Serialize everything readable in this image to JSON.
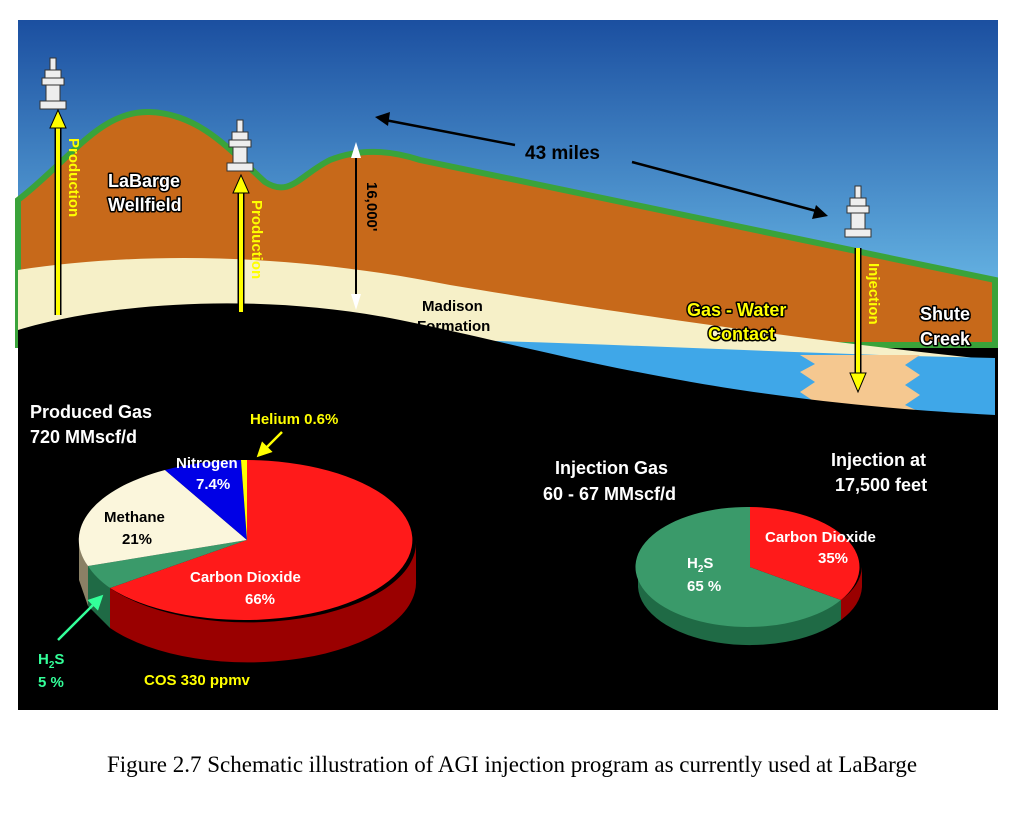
{
  "colors": {
    "sky_top": "#1b4fa0",
    "sky_bottom": "#5cb2e6",
    "rock": "#c7691a",
    "surface": "#3aa33a",
    "reservoir": "#f6f0c8",
    "water": "#3fa7e8",
    "black": "#000000",
    "arrow_yellow": "#ffff00",
    "pie_red": "#ff1a1a",
    "pie_red_dark": "#9a0000",
    "pie_green": "#3a9a6a",
    "pie_green_dark": "#1f6a45",
    "pie_cream": "#fbf6dc",
    "pie_blue": "#0000e6",
    "pie_yellow": "#ffff00"
  },
  "cross_section": {
    "production_label_1": "Production",
    "production_label_2": "Production",
    "injection_label": "Injection",
    "depth_label": "16,000'",
    "distance_label": "43 miles",
    "wellfield_label_1": "LaBarge",
    "wellfield_label_2": "Wellfield",
    "formation_label_1": "Madison",
    "formation_label_2": "Formation",
    "contact_label_1": "Gas - Water",
    "contact_label_2": "Contact",
    "site_label_1": "Shute",
    "site_label_2": "Creek"
  },
  "produced_gas": {
    "title_1": "Produced Gas",
    "title_2": "720  MMscf/d",
    "slices": [
      {
        "name": "Carbon Dioxide",
        "percent": 66,
        "label_pct": "66%"
      },
      {
        "name": "H2S",
        "percent": 5,
        "label_pct": "5 %"
      },
      {
        "name": "Methane",
        "percent": 21,
        "label_pct": "21%"
      },
      {
        "name": "Nitrogen",
        "percent": 7.4,
        "label_pct": "7.4%"
      },
      {
        "name": "Helium",
        "percent": 0.6,
        "label_pct": "0.6%"
      }
    ],
    "helium_label": "Helium 0.6%",
    "cos_label": "COS 330 ppmv"
  },
  "injection_gas": {
    "title_1": "Injection Gas",
    "title_2": "60 - 67 MMscf/d",
    "depth_1": "Injection at",
    "depth_2": "17,500 feet",
    "slices": [
      {
        "name": "Carbon Dioxide",
        "percent": 35,
        "label_pct": "35%"
      },
      {
        "name": "H2S",
        "percent": 65,
        "label_pct": "65 %"
      }
    ]
  },
  "caption": "Figure 2.7 Schematic illustration of AGI injection program as currently used at LaBarge"
}
